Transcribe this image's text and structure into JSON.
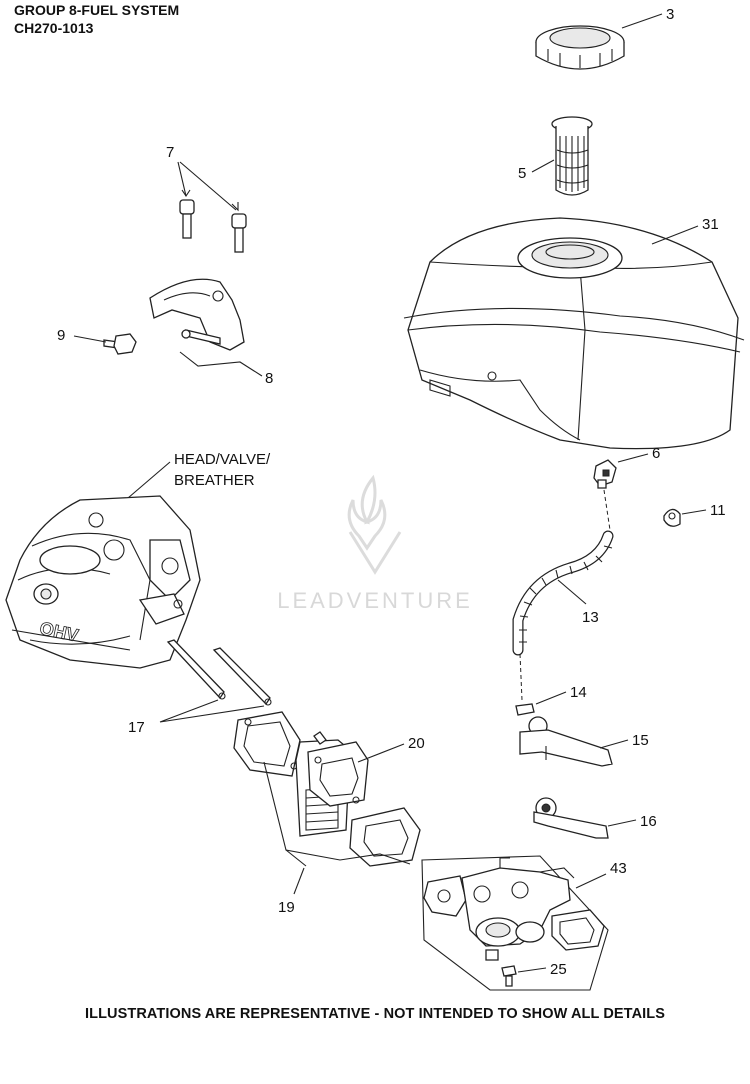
{
  "header": {
    "group_title": "GROUP 8-FUEL SYSTEM",
    "model_code": "CH270-1013"
  },
  "footer": {
    "disclaimer": "ILLUSTRATIONS ARE REPRESENTATIVE - NOT INTENDED TO SHOW ALL DETAILS"
  },
  "watermark": {
    "brand": "LEADVENTURE"
  },
  "callouts": {
    "c3": "3",
    "c5": "5",
    "c31": "31",
    "c7": "7",
    "c8": "8",
    "c9": "9",
    "c6": "6",
    "c11": "11",
    "c13": "13",
    "c14": "14",
    "c15": "15",
    "c16": "16",
    "c17": "17",
    "c19": "19",
    "c20": "20",
    "c25": "25",
    "c43": "43",
    "head_line1": "HEAD/VALVE/",
    "head_line2": "BREATHER"
  },
  "icons": {
    "engine_logo_text": "OHV"
  }
}
